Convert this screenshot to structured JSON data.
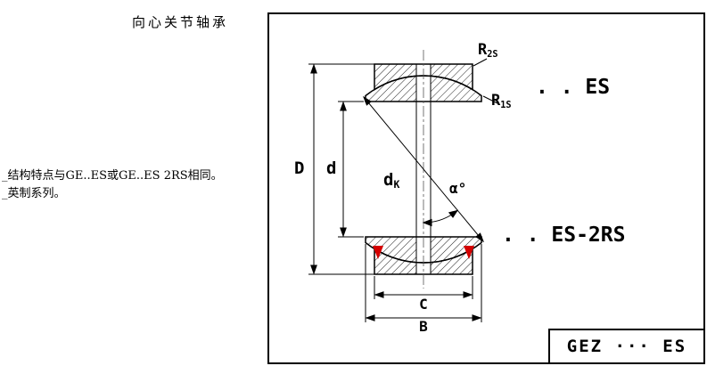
{
  "header": {
    "title": "向心关节轴承"
  },
  "notes": {
    "line1": "_结构特点与GE..ES或GE..ES 2RS相同。",
    "line2": "_英制系列。"
  },
  "diagram": {
    "dims": {
      "outer_diameter": "D",
      "bore_diameter": "d",
      "sphere_diameter_base": "d",
      "sphere_diameter_sub": "K",
      "tilt_angle": "α°",
      "outer_ring_width": "C",
      "inner_ring_width": "B",
      "radius_outer_base": "R",
      "radius_outer_sub": "2S",
      "radius_inner_base": "R",
      "radius_inner_sub": "1S"
    },
    "series": {
      "open": ". . ES",
      "sealed": ". . ES-2RS"
    },
    "title_block": {
      "designation": "GEZ ··· ES"
    },
    "colors": {
      "seal": "#d40000",
      "line": "#000000"
    }
  }
}
